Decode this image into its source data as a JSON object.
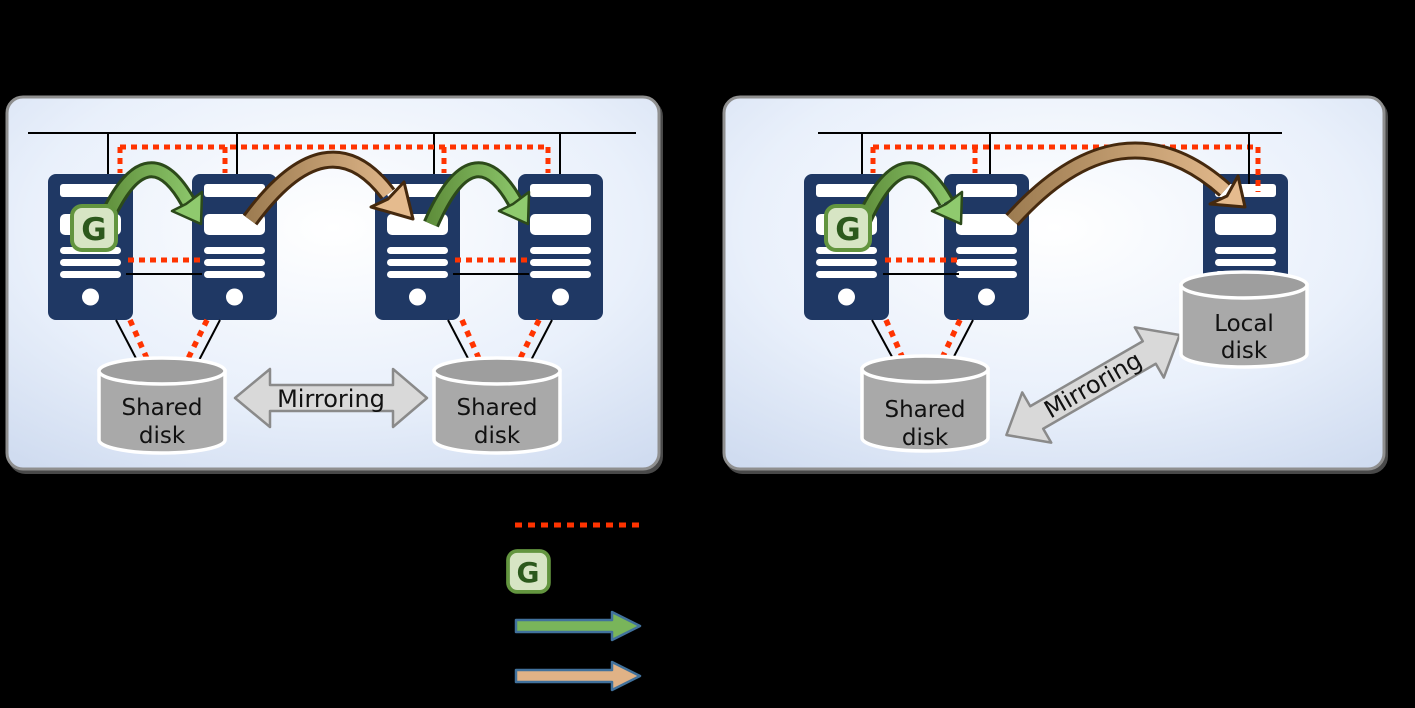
{
  "panels": {
    "left": {
      "server_count": 4,
      "g_badge_letter": "G",
      "disk_left": {
        "line1": "Shared",
        "line2": "disk"
      },
      "disk_right": {
        "line1": "Shared",
        "line2": "disk"
      },
      "mirroring_label": "Mirroring"
    },
    "right": {
      "server_count": 3,
      "g_badge_letter": "G",
      "shared_disk": {
        "line1": "Shared",
        "line2": "disk"
      },
      "local_disk": {
        "line1": "Local",
        "line2": "disk"
      },
      "mirroring_label": "Mirroring"
    }
  },
  "legend": {
    "g_badge_letter": "G",
    "icons": [
      "red-dotted-interconnect-line",
      "g-badge",
      "green-arrow",
      "tan-arrow"
    ]
  },
  "colors": {
    "background": "#000000",
    "panel_edge_blue": "#cbd8ee",
    "panel_border": "#8f8f8f",
    "server_navy": "#1f3864",
    "interconnect_red": "#ff3300",
    "line_black": "#000000",
    "green_arrow_fill": "#8fca6e",
    "green_arrow_border": "#2c4a1a",
    "tan_arrow_fill": "#e5bb8e",
    "tan_arrow_border": "#45290e",
    "legend_arrow_border": "#41719c",
    "legend_green": "#79b55a",
    "legend_tan": "#e0b286",
    "disk_body": "#a9a9a9",
    "disk_top": "#9e9e9e",
    "disk_label": "#111111",
    "mirror_fill": "#d9d9d9",
    "mirror_border": "#8a8a8a",
    "g_badge_fill": "#d7e5c4",
    "g_badge_border": "#63953f",
    "g_letter": "#2c591c"
  }
}
